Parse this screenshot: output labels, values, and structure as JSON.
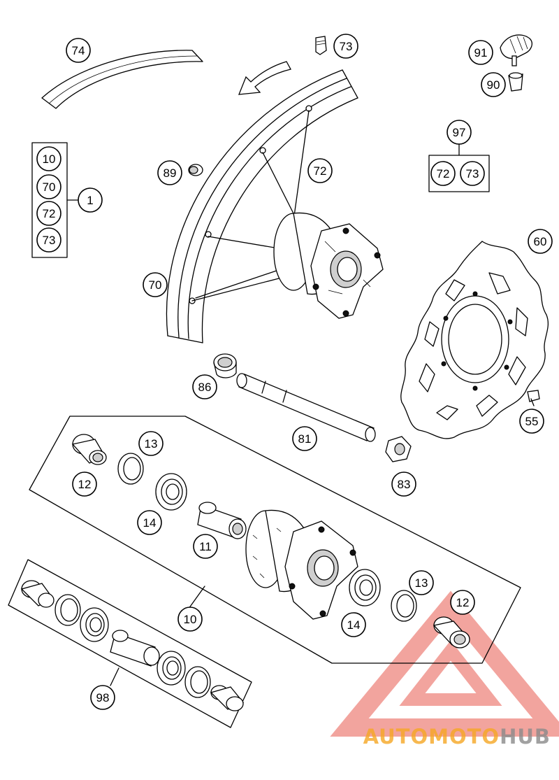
{
  "callouts": {
    "c74": "74",
    "c73a": "73",
    "c91": "91",
    "c90": "90",
    "c89": "89",
    "c72a": "72",
    "c97": "97",
    "c72b": "72",
    "c73b": "73",
    "c10a": "10",
    "c70a": "70",
    "c72c": "72",
    "c73c": "73",
    "c1": "1",
    "c70b": "70",
    "c60": "60",
    "c86": "86",
    "c81": "81",
    "c55": "55",
    "c83": "83",
    "c13a": "13",
    "c12a": "12",
    "c14a": "14",
    "c11": "11",
    "c13b": "13",
    "c12b": "12",
    "c14b": "14",
    "c10b": "10",
    "c98": "98"
  },
  "watermark": {
    "part1": "AUTOMOTO",
    "part2": "HUB"
  },
  "colors": {
    "watermark_red": "#e85a4f",
    "watermark_orange": "#f5a623",
    "watermark_grey": "#8a8a8a"
  }
}
